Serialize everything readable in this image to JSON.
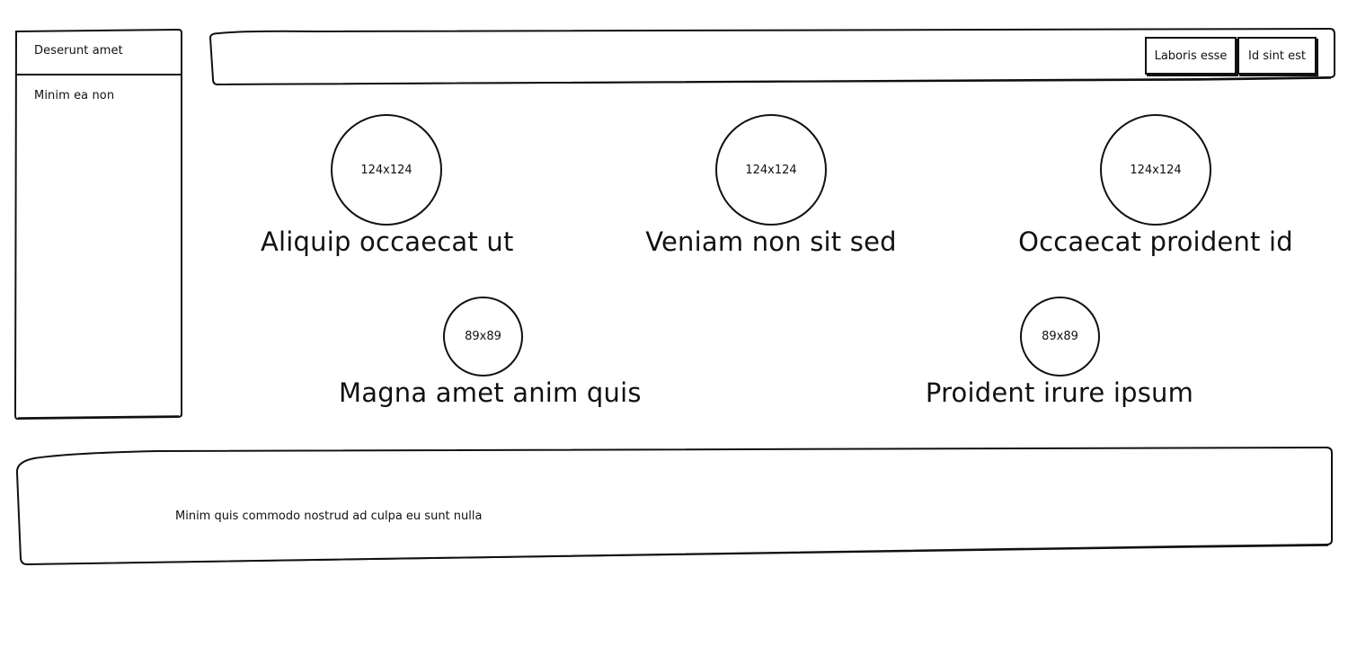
{
  "sidebar": {
    "items": [
      {
        "label": "Deserunt amet"
      },
      {
        "label": "Minim ea non"
      }
    ]
  },
  "header": {
    "buttons": [
      {
        "label": "Laboris esse"
      },
      {
        "label": "Id sint est"
      }
    ]
  },
  "features_top": [
    {
      "placeholder": "124x124",
      "title": "Aliquip occaecat ut"
    },
    {
      "placeholder": "124x124",
      "title": "Veniam non sit sed"
    },
    {
      "placeholder": "124x124",
      "title": "Occaecat proident id"
    }
  ],
  "features_bottom": [
    {
      "placeholder": "89x89",
      "title": "Magna amet anim quis"
    },
    {
      "placeholder": "89x89",
      "title": "Proident irure ipsum"
    }
  ],
  "footer": {
    "text": "Minim quis commodo nostrud ad culpa eu sunt nulla"
  }
}
